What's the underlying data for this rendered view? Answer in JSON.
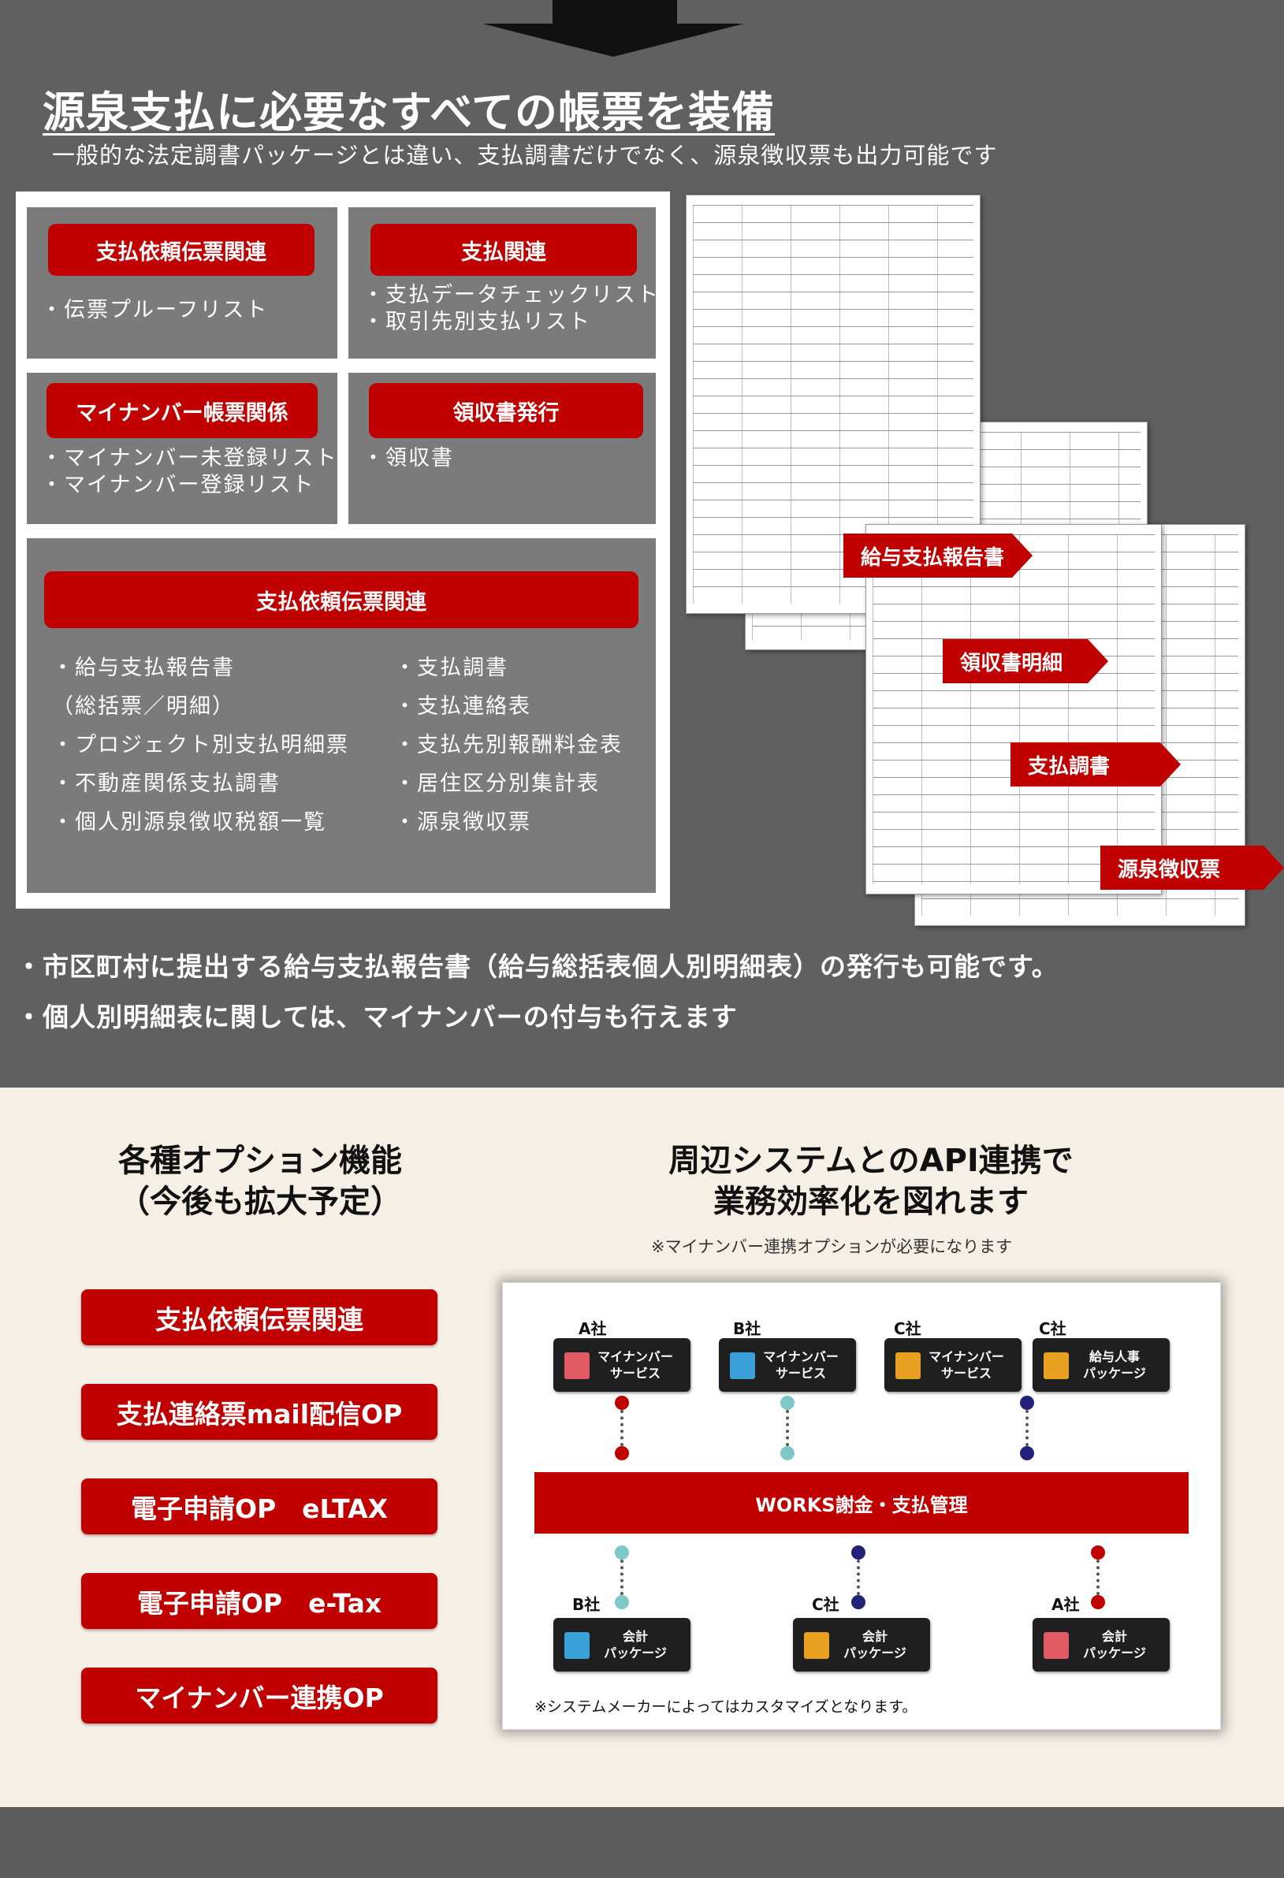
{
  "header": {
    "title": "源泉支払に必要なすべての帳票を装備",
    "subtitle": "一般的な法定調書パッケージとは違い、支払調書だけでなく、源泉徴収票も出力可能です"
  },
  "categories": [
    {
      "button": "支払依頼伝票関連",
      "items": [
        "・伝票プルーフリスト"
      ]
    },
    {
      "button": "支払関連",
      "items": [
        "・支払データチェックリスト",
        "・取引先別支払リスト"
      ]
    },
    {
      "button": "マイナンバー帳票関係",
      "items": [
        "・マイナンバー未登録リスト",
        "・マイナンバー登録リスト"
      ]
    },
    {
      "button": "領収書発行",
      "items": [
        "・領収書"
      ]
    }
  ],
  "big_category": {
    "button": "支払依頼伝票関連",
    "left_items": [
      "・給与支払報告書",
      "（総括票／明細）",
      "・プロジェクト別支払明細票",
      "・不動産関係支払調書",
      "・個人別源泉徴収税額一覧"
    ],
    "right_items": [
      "・支払調書",
      "・支払連絡表",
      "・支払先別報酬料金表",
      "・居住区分別集計表",
      "・源泉徴収票"
    ]
  },
  "document_tags": [
    "給与支払報告書",
    "領収書明細",
    "支払調書",
    "源泉徴収票"
  ],
  "notes": [
    "・市区町村に提出する給与支払報告書（給与総括表個人別明細表）の発行も可能です。",
    "・個人別明細表に関しては、マイナンバーの付与も行えます"
  ],
  "options": {
    "title_line1": "各種オプション機能",
    "title_line2": "（今後も拡大予定）",
    "buttons": [
      "支払依頼伝票関連",
      "支払連絡票mail配信OP",
      "電子申請OP　eLTAX",
      "電子申請OP　e-Tax",
      "マイナンバー連携OP"
    ]
  },
  "api": {
    "title_line1": "周辺システムとのAPI連携で",
    "title_line2": "業務効率化を図れます",
    "note": "※マイナンバー連携オプションが必要になります",
    "top_services": [
      {
        "company": "A社",
        "line1": "マイナンバー",
        "line2": "サービス",
        "icon": "building-icon",
        "color": "#e05a63"
      },
      {
        "company": "B社",
        "line1": "マイナンバー",
        "line2": "サービス",
        "icon": "building-icon",
        "color": "#3aa0d8"
      },
      {
        "company": "C社",
        "line1": "マイナンバー",
        "line2": "サービス",
        "icon": "building-icon",
        "color": "#e8a020"
      },
      {
        "company": "C社",
        "line1": "給与人事",
        "line2": "パッケージ",
        "icon": "building-icon",
        "color": "#e8a020"
      }
    ],
    "center_bar": "WORKS謝金・支払管理",
    "bottom_services": [
      {
        "company": "B社",
        "line1": "会計",
        "line2": "パッケージ",
        "icon": "building-icon",
        "color": "#3aa0d8"
      },
      {
        "company": "C社",
        "line1": "会計",
        "line2": "パッケージ",
        "icon": "building-icon",
        "color": "#e8a020"
      },
      {
        "company": "A社",
        "line1": "会計",
        "line2": "パッケージ",
        "icon": "building-icon",
        "color": "#e05a63"
      }
    ],
    "footnote": "※システムメーカーによってはカスタマイズとなります。"
  },
  "colors": {
    "accent": "#c00000",
    "dark_bg": "#606060",
    "light_bg": "#f6efe6"
  }
}
